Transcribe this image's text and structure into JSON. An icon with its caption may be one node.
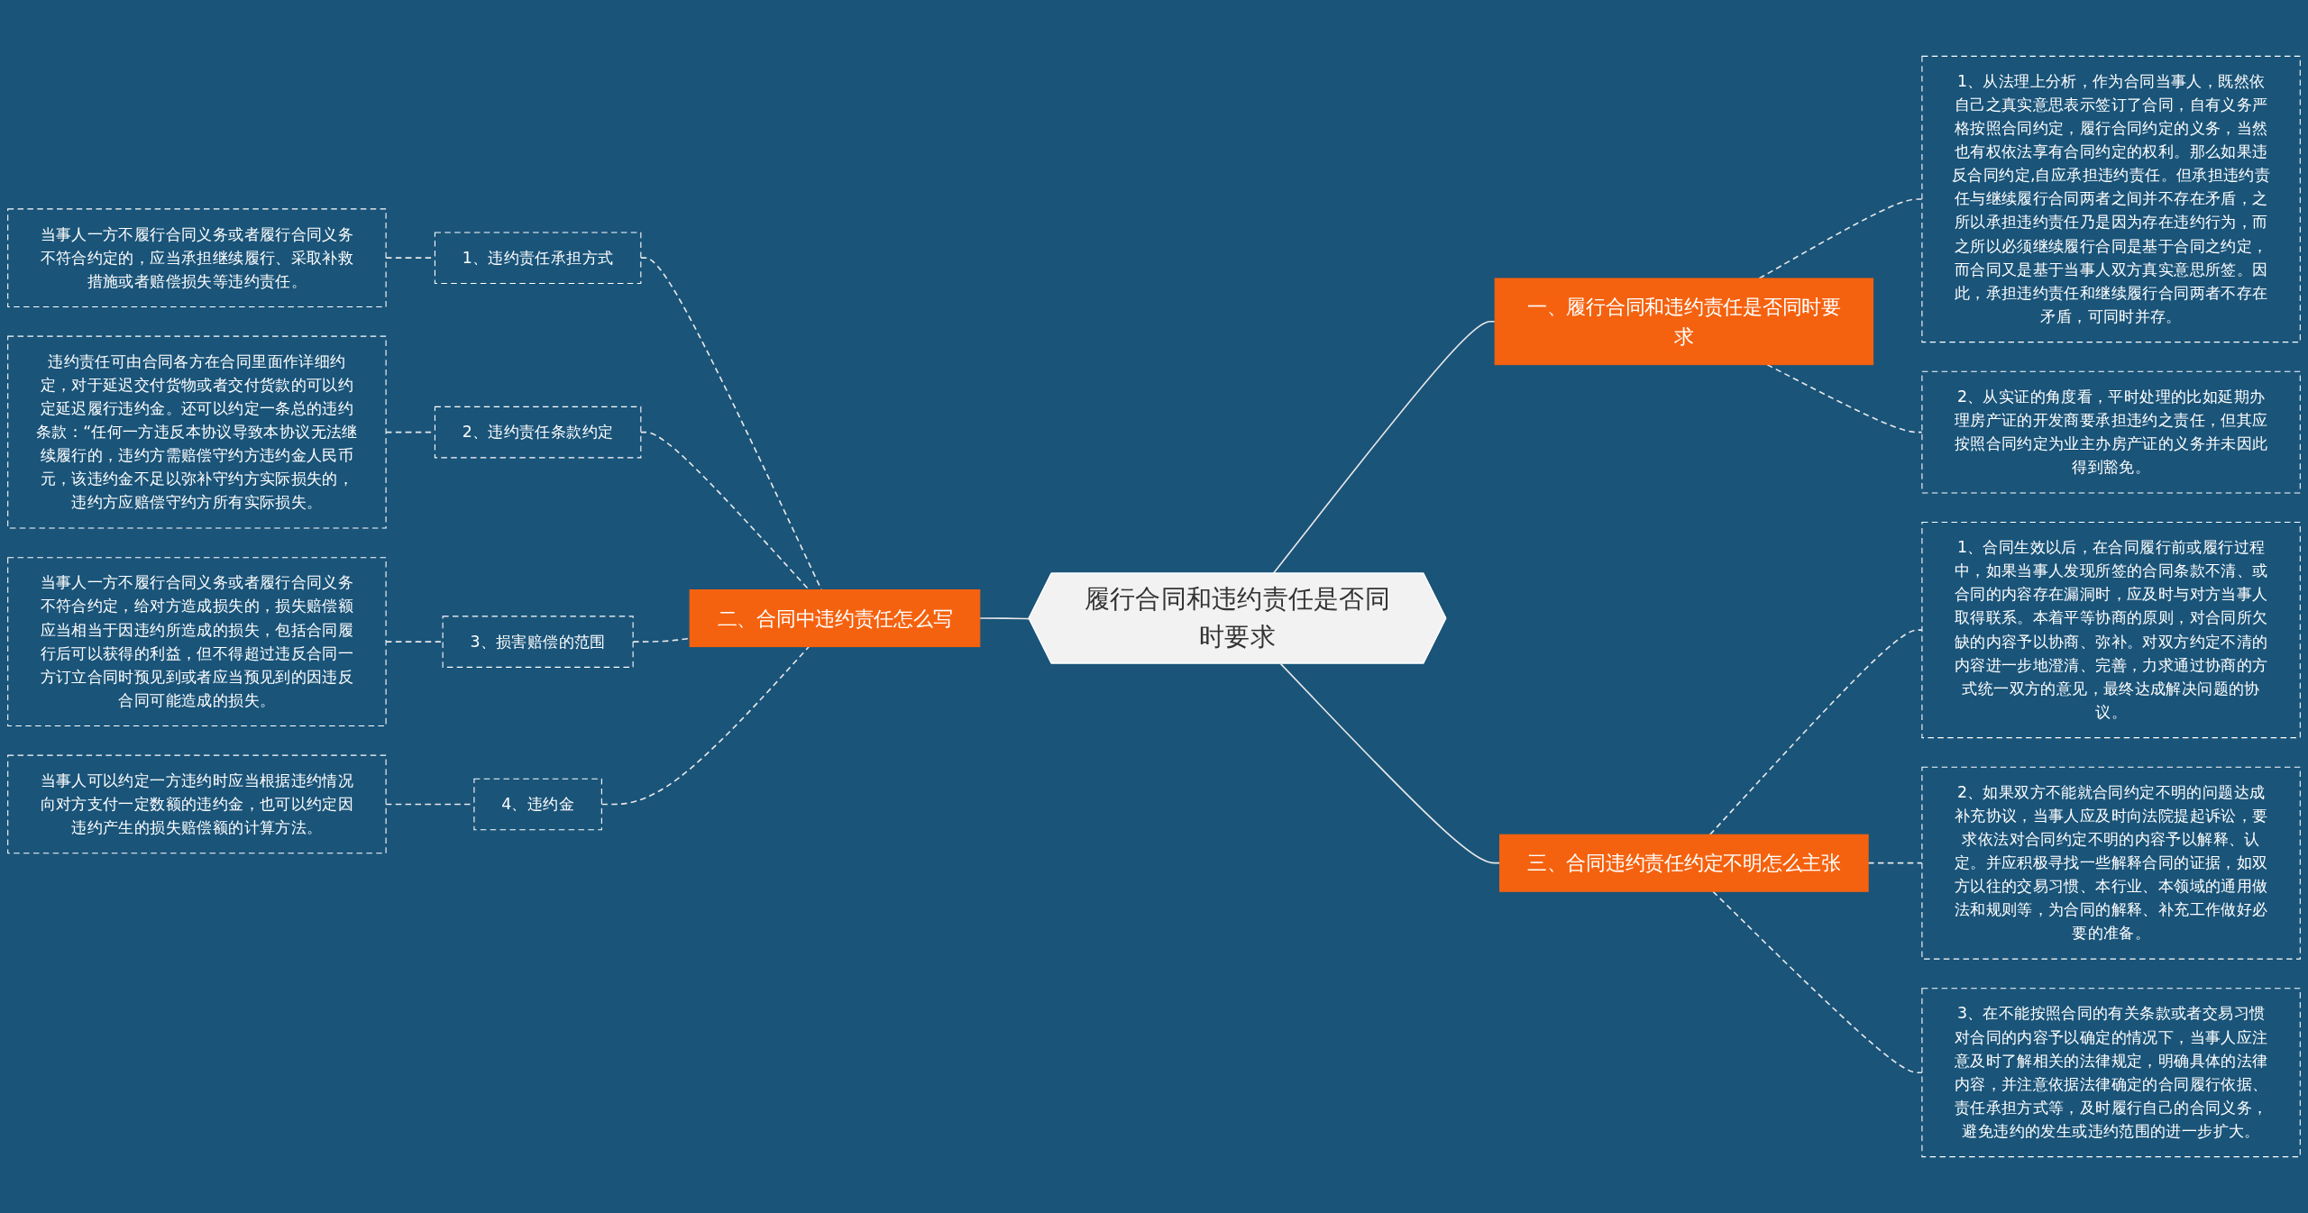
{
  "diagram": {
    "nodes": [
      {
        "text": [
          "履行合同和违约责任是否同时要求"
        ]
      },
      {
        "text": [
          "一、履行合同和违约责任是否同时要求"
        ]
      },
      {
        "text": [
          "1、从法理上分析，作为合同当事人，既然依自己之真实意思表示签订了合同，自有义务严格按照合同约定，履行合同约定的义务，当然也有权依法享有合同约定的权利。那么如果违反合同约定,自应承担违约责任。但承担违约责任与继续履行合同两者之间并不存在矛盾，之所以承担违约责任乃是因为存在违约行为，而之所以必须继续履行合同是基于合同之约定，而合同又是基于当事人双方真实意思所签。因此，承担违约责任和继续履行合同两者不存在矛盾，可同时并存。"
        ]
      },
      {
        "text": [
          "2、从实证的角度看，平时处理的比如延期办理房产证的开发商要承担违约之责任，但其应按照合同约定为业主办房产证的义务并未因此得到豁免。"
        ]
      },
      {
        "text": [
          "二、合同中违约责任怎么写"
        ]
      },
      {
        "text": [
          "1、违约责任承担方式"
        ]
      },
      {
        "text": [
          "当事人一方不履行合同义务或者履行合同义务不符合约定的，应当承担继续履行、采取补救措施或者赔偿损失等违约责任。"
        ]
      },
      {
        "text": [
          "2、违约责任条款约定"
        ]
      },
      {
        "text": [
          "违约责任可由合同各方在合同里面作详细约定，对于延迟交付货物或者交付货款的可以约定延迟履行违约金。还可以约定一条总的违约条款：“任何一方违反本协议导致本协议无法继续履行的，违约方需赔偿守约方违约金人民币元，该违约金不足以弥补守约方实际损失的，违约方应赔偿守约方所有实际损失。"
        ]
      },
      {
        "text": [
          "3、损害赔偿的范围"
        ]
      },
      {
        "text": [
          "当事人一方不履行合同义务或者履行合同义务不符合约定，给对方造成损失的，损失赔偿额应当相当于因违约所造成的损失，包括合同履行后可以获得的利益，但不得超过违反合同一方订立合同时预见到或者应当预见到的因违反合同可能造成的损失。"
        ]
      },
      {
        "text": [
          "4、违约金"
        ]
      },
      {
        "text": [
          "当事人可以约定一方违约时应当根据违约情况向对方支付一定数额的违约金，也可以约定因违约产生的损失赔偿额的计算方法。"
        ]
      },
      {
        "text": [
          "三、合同违约责任约定不明怎么主张"
        ]
      },
      {
        "text": [
          "1、合同生效以后，在合同履行前或履行过程中，如果当事人发现所签的合同条款不清、或合同的内容存在漏洞时，应及时与对方当事人取得联系。本着平等协商的原则，对合同所欠缺的内容予以协商、弥补。对双方约定不清的内容进一步地澄清、完善，力求通过协商的方式统一双方的意见，最终达成解决问题的协议。"
        ]
      },
      {
        "text": [
          "2、如果双方不能就合同约定不明的问题达成补充协议，当事人应及时向法院提起诉讼，要求依法对合同约定不明的内容予以解释、认定。并应积极寻找一些解释合同的证据，如双方以往的交易习惯、本行业、本领域的通用做法和规则等，为合同的解释、补充工作做好必要的准备。"
        ]
      },
      {
        "text": [
          "3、在不能按照合同的有关条款或者交易习惯对合同的内容予以确定的情况下，当事人应注意及时了解相关的法律规定，明确具体的法律内容，并注意依据法律确定的合同履行依据、责任承担方式等，及时履行自己的合同义务，避免违约的发生或违约范围的进一步扩大。"
        ]
      }
    ],
    "edges": [
      {
        "from": 0,
        "to": 1,
        "arrow": "none"
      },
      {
        "from": 1,
        "to": 2,
        "arrow": "none",
        "style": "dashed"
      },
      {
        "from": 1,
        "to": 3,
        "arrow": "none",
        "style": "dashed"
      },
      {
        "from": 4,
        "to": 0,
        "arrow": "none"
      },
      {
        "from": 5,
        "to": 4,
        "arrow": "none",
        "style": "dashed"
      },
      {
        "from": 6,
        "to": 5,
        "arrow": "none",
        "style": "dashed"
      },
      {
        "from": 7,
        "to": 4,
        "arrow": "none",
        "style": "dashed"
      },
      {
        "from": 8,
        "to": 7,
        "arrow": "none",
        "style": "dashed"
      },
      {
        "from": 9,
        "to": 4,
        "arrow": "none",
        "style": "dashed"
      },
      {
        "from": 10,
        "to": 9,
        "arrow": "none",
        "style": "dashed"
      },
      {
        "from": 11,
        "to": 4,
        "arrow": "none",
        "style": "dashed"
      },
      {
        "from": 12,
        "to": 11,
        "arrow": "none",
        "style": "dashed"
      },
      {
        "from": 0,
        "to": 13,
        "arrow": "none"
      },
      {
        "from": 13,
        "to": 14,
        "arrow": "none",
        "style": "dashed"
      },
      {
        "from": 13,
        "to": 15,
        "arrow": "none",
        "style": "dashed"
      },
      {
        "from": 13,
        "to": 16,
        "arrow": "none",
        "style": "dashed"
      }
    ]
  }
}
